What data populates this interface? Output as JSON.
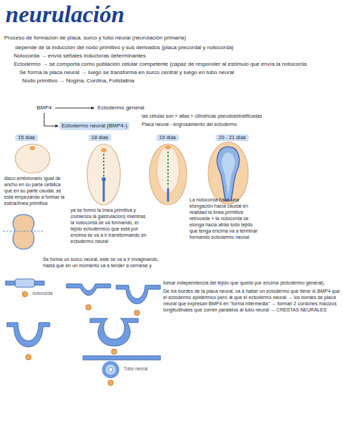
{
  "diagram": {
    "title": "neurulación",
    "nodes": [
      {
        "text": [
          "BMP4"
        ]
      },
      {
        "text": [
          "Ectodermo general"
        ]
      },
      {
        "text": [
          "Ectodermo neural (BMP4-)"
        ]
      }
    ],
    "edges": [
      {
        "from": 0,
        "to": 1,
        "arrow": "to"
      },
      {
        "from": 0,
        "to": 2,
        "arrow": "to"
      }
    ],
    "labels": [
      "Proceso de formación de placa, surco y tubo neural (neurulación primaria)",
      "depende de la inducción del nodo primitivo y sus derivados (placa precordal y notocorda)",
      "Notocorda → envía señales inductoras determinantes",
      "Ectodermo → se comporta como población celular competente (capaz de responder al estímulo que envía la notocorda",
      "Se forma la placa neural → luego se transforma en surco central y luego en tubo neural",
      "Nodo primitivo → Nogina, Cordina, Folistatina",
      "las células son + altas + cilíndricas pseudoestratificadas",
      "Placa neural - engrosamiento del ectodermo",
      "15 días",
      "18 días",
      "19 días",
      "20 - 21 días",
      "disco embrionario igual de ancho en su parte cefálica que en su parte caudal, se está empezando a formar la estría/línea primitiva",
      "ya se formó la línea primitiva y comienza la gastrulación) mientras la notocorda se va formando, el tejido ectodérmico que está por encima se va a ir transformando en ectodermo neural",
      "La notocorda hace una elongación hacia caudal en realidad la línea primitiva retrocede + la notocorda se elonga hacia atrás todo tejido que tenga encima va a terminar formando ectodermo neural.",
      "Se forma un surco neural, este se va a ir invaginando, hasta que en un momento va a tender a cerrarse y",
      "tomar independencia del tejido que quedó por encima (ectodermo general).",
      "De los bordes de la placa neural, va a haber un ectodermo que tiene ⊖ BMP4 que el ectodermo epidérmico pero ⊕ que el ectodermo neural → los bordes de placa neural que expresan BMP4 en \"forma intermedia\" → forman 2 cordones macizos longitudinales que corren paralelos al tubo neural → CRESTAS NEURALES",
      "notocorda",
      "Tubo neural"
    ]
  }
}
